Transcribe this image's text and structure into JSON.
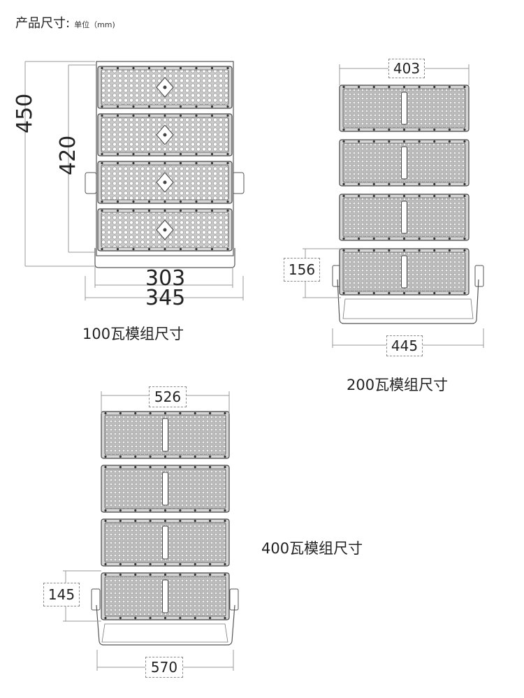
{
  "header": {
    "title": "产品尺寸:",
    "unit": "单位（mm)"
  },
  "drawings": [
    {
      "caption": "100瓦模组尺寸",
      "dimensions": {
        "overall_height": "450",
        "body_height": "420",
        "inner_width": "303",
        "overall_width": "345"
      }
    },
    {
      "caption": "200瓦模组尺寸",
      "dimensions": {
        "top_width": "403",
        "module_height": "156",
        "bottom_width": "445"
      }
    },
    {
      "caption": "400瓦模组尺寸",
      "dimensions": {
        "top_width": "526",
        "module_height": "145",
        "bottom_width": "570"
      }
    }
  ],
  "colors": {
    "line": "#555555",
    "panel": "#e4e4e4",
    "dot": "#ffffff",
    "dim": "#999999"
  }
}
